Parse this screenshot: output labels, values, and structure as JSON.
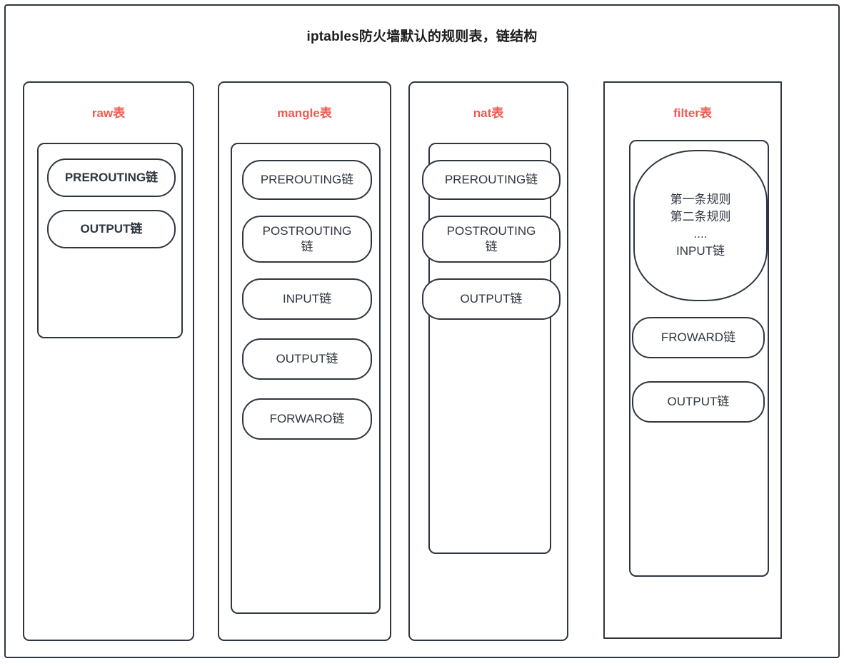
{
  "title": "iptables防火墙默认的规则表，链结构",
  "colors": {
    "stroke": "#2f3640",
    "table_label": "#ef5a4f",
    "background": "#ffffff",
    "text": "#2f3640"
  },
  "tables": [
    {
      "id": "raw",
      "label": "raw表",
      "chains": [
        {
          "id": "raw-prerouting",
          "text": "PREROUTING链",
          "bold": true,
          "shape": "pill"
        },
        {
          "id": "raw-output",
          "text": "OUTPUT链",
          "bold": true,
          "shape": "pill"
        }
      ]
    },
    {
      "id": "mangle",
      "label": "mangle表",
      "chains": [
        {
          "id": "mangle-prerouting",
          "text": "PREROUTING链",
          "bold": false,
          "shape": "pill"
        },
        {
          "id": "mangle-postrouting",
          "text": "POSTROUTING\n链",
          "bold": false,
          "shape": "pill"
        },
        {
          "id": "mangle-input",
          "text": "INPUT链",
          "bold": false,
          "shape": "pill"
        },
        {
          "id": "mangle-output",
          "text": "OUTPUT链",
          "bold": false,
          "shape": "pill"
        },
        {
          "id": "mangle-forwaro",
          "text": "FORWARO链",
          "bold": false,
          "shape": "pill"
        }
      ]
    },
    {
      "id": "nat",
      "label": "nat表",
      "chains": [
        {
          "id": "nat-prerouting",
          "text": "PREROUTING链",
          "bold": false,
          "shape": "pill"
        },
        {
          "id": "nat-postrouting",
          "text": "POSTROUTING\n链",
          "bold": false,
          "shape": "pill"
        },
        {
          "id": "nat-output",
          "text": "OUTPUT链",
          "bold": false,
          "shape": "pill"
        }
      ]
    },
    {
      "id": "filter",
      "label": "filter表",
      "chains": [
        {
          "id": "filter-input",
          "text": "第一条规则\n第二条规则\n....\nINPUT链",
          "bold": false,
          "shape": "oval"
        },
        {
          "id": "filter-froward",
          "text": "FROWARD链",
          "bold": false,
          "shape": "pill"
        },
        {
          "id": "filter-output",
          "text": "OUTPUT链",
          "bold": false,
          "shape": "pill"
        }
      ]
    }
  ]
}
